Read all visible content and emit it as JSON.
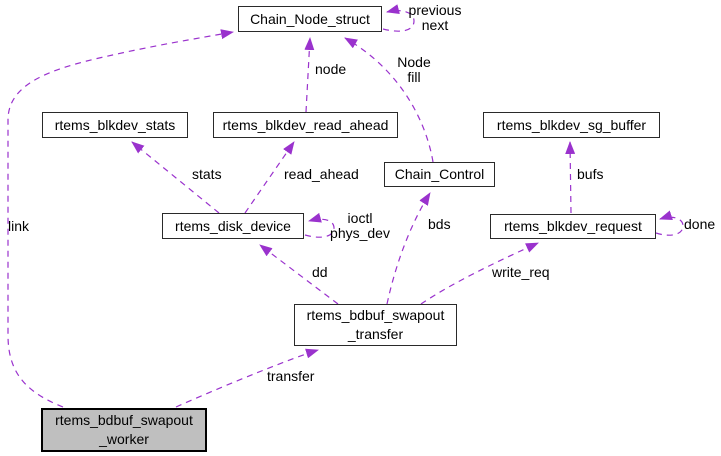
{
  "diagram": {
    "type": "collaboration-graph",
    "colors": {
      "edge": "#9a32cd",
      "node_border": "#2a2a2a",
      "node_fill": "#ffffff",
      "highlight_fill": "#bfbfbf",
      "text": "#000000",
      "background": "#ffffff"
    },
    "nodes": [
      {
        "id": "Chain_Node_struct",
        "label": "Chain_Node_struct",
        "highlighted": false
      },
      {
        "id": "rtems_blkdev_stats",
        "label": "rtems_blkdev_stats",
        "highlighted": false
      },
      {
        "id": "rtems_blkdev_read_ahead",
        "label": "rtems_blkdev_read_ahead",
        "highlighted": false
      },
      {
        "id": "rtems_blkdev_sg_buffer",
        "label": "rtems_blkdev_sg_buffer",
        "highlighted": false
      },
      {
        "id": "Chain_Control",
        "label": "Chain_Control",
        "highlighted": false
      },
      {
        "id": "rtems_disk_device",
        "label": "rtems_disk_device",
        "highlighted": false
      },
      {
        "id": "rtems_blkdev_request",
        "label": "rtems_blkdev_request",
        "highlighted": false
      },
      {
        "id": "rtems_bdbuf_swapout_transfer",
        "label": "rtems_bdbuf_swapout\n_transfer",
        "highlighted": false
      },
      {
        "id": "rtems_bdbuf_swapout_worker",
        "label": "rtems_bdbuf_swapout\n_worker",
        "highlighted": true
      }
    ],
    "edges": [
      {
        "from": "Chain_Node_struct",
        "to": "Chain_Node_struct",
        "label": "previous\nnext"
      },
      {
        "from": "rtems_blkdev_read_ahead",
        "to": "Chain_Node_struct",
        "label": "node"
      },
      {
        "from": "Chain_Control",
        "to": "Chain_Node_struct",
        "label": "Node\nfill"
      },
      {
        "from": "rtems_disk_device",
        "to": "rtems_blkdev_stats",
        "label": "stats"
      },
      {
        "from": "rtems_disk_device",
        "to": "rtems_blkdev_read_ahead",
        "label": "read_ahead"
      },
      {
        "from": "rtems_blkdev_request",
        "to": "rtems_blkdev_sg_buffer",
        "label": "bufs"
      },
      {
        "from": "rtems_disk_device",
        "to": "rtems_disk_device",
        "label": "ioctl\nphys_dev"
      },
      {
        "from": "rtems_bdbuf_swapout_transfer",
        "to": "Chain_Control",
        "label": "bds"
      },
      {
        "from": "rtems_blkdev_request",
        "to": "rtems_blkdev_request",
        "label": "done"
      },
      {
        "from": "rtems_bdbuf_swapout_transfer",
        "to": "rtems_disk_device",
        "label": "dd"
      },
      {
        "from": "rtems_bdbuf_swapout_transfer",
        "to": "rtems_blkdev_request",
        "label": "write_req"
      },
      {
        "from": "rtems_bdbuf_swapout_worker",
        "to": "rtems_bdbuf_swapout_transfer",
        "label": "transfer"
      },
      {
        "from": "rtems_bdbuf_swapout_worker",
        "to": "Chain_Node_struct",
        "label": "link"
      }
    ]
  }
}
